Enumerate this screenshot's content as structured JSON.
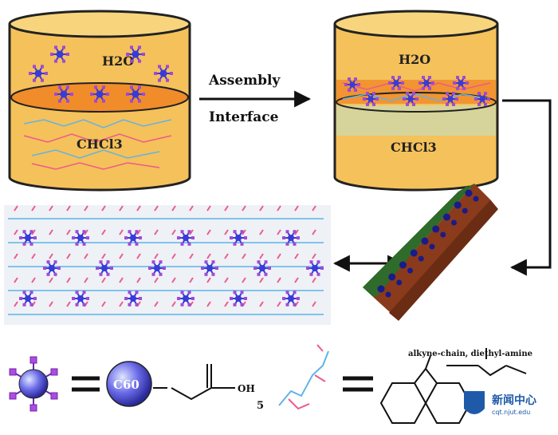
{
  "beaker_left": {
    "top_label": "H2O",
    "bottom_label": "CHCl3"
  },
  "beaker_right": {
    "top_label": "H2O",
    "bottom_label": "CHCl3"
  },
  "arrow": {
    "top_text": "Assembly",
    "bottom_text": "Interface"
  },
  "legend": {
    "core_label": "C60",
    "acid_label": "OH",
    "subscript": "5",
    "formula_text": "alkyne-chain, diethyl-amine",
    "watermark_title": "新闻中心",
    "watermark_url": "cqt.njut.edu"
  },
  "colors": {
    "beaker": "#f5c15a",
    "interface": "#f08c2a",
    "star": "#3a3ad6",
    "wire_blue": "#5fb4e8",
    "wire_pink": "#ee5a8a",
    "rod_green": "#2f6b2a",
    "rod_brown": "#8a3b1c"
  }
}
